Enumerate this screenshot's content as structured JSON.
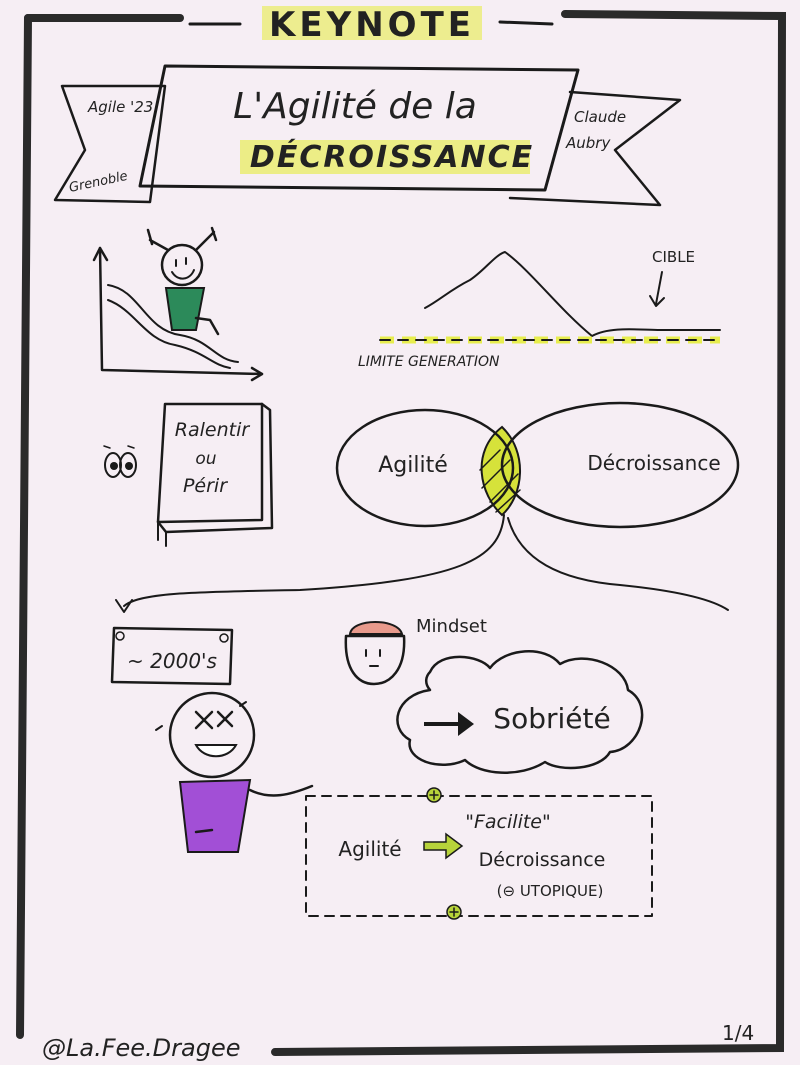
{
  "header": {
    "title": "KEYNOTE"
  },
  "banner": {
    "line1": "L'Agilité de la",
    "line2": "DÉCROISSANCE",
    "left_top": "Agile '23",
    "left_bottom": "Grenoble",
    "right_line1": "Claude",
    "right_line2": "Aubry"
  },
  "graph": {
    "target_label": "CIBLE",
    "limit_label": "LIMITE GENERATION"
  },
  "book": {
    "line1": "Ralentir",
    "line2": "ou",
    "line3": "Périr"
  },
  "venn": {
    "left": "Agilité",
    "right": "Décroissance"
  },
  "sign": {
    "label": "~ 2000's"
  },
  "mindset": {
    "label": "Mindset"
  },
  "cloud": {
    "label": "Sobriété"
  },
  "box": {
    "left": "Agilité",
    "quote": "\"Facilite\"",
    "target": "Décroissance",
    "note": "(⊖ UTOPIQUE)"
  },
  "footer": {
    "handle": "@La.Fee.Dragee",
    "page": "1/4"
  },
  "colors": {
    "highlight": "#e6ec3c",
    "green": "#2c8a5a",
    "purple": "#a24fd6",
    "salmon": "#e89a8c",
    "lime": "#b7d33a"
  }
}
